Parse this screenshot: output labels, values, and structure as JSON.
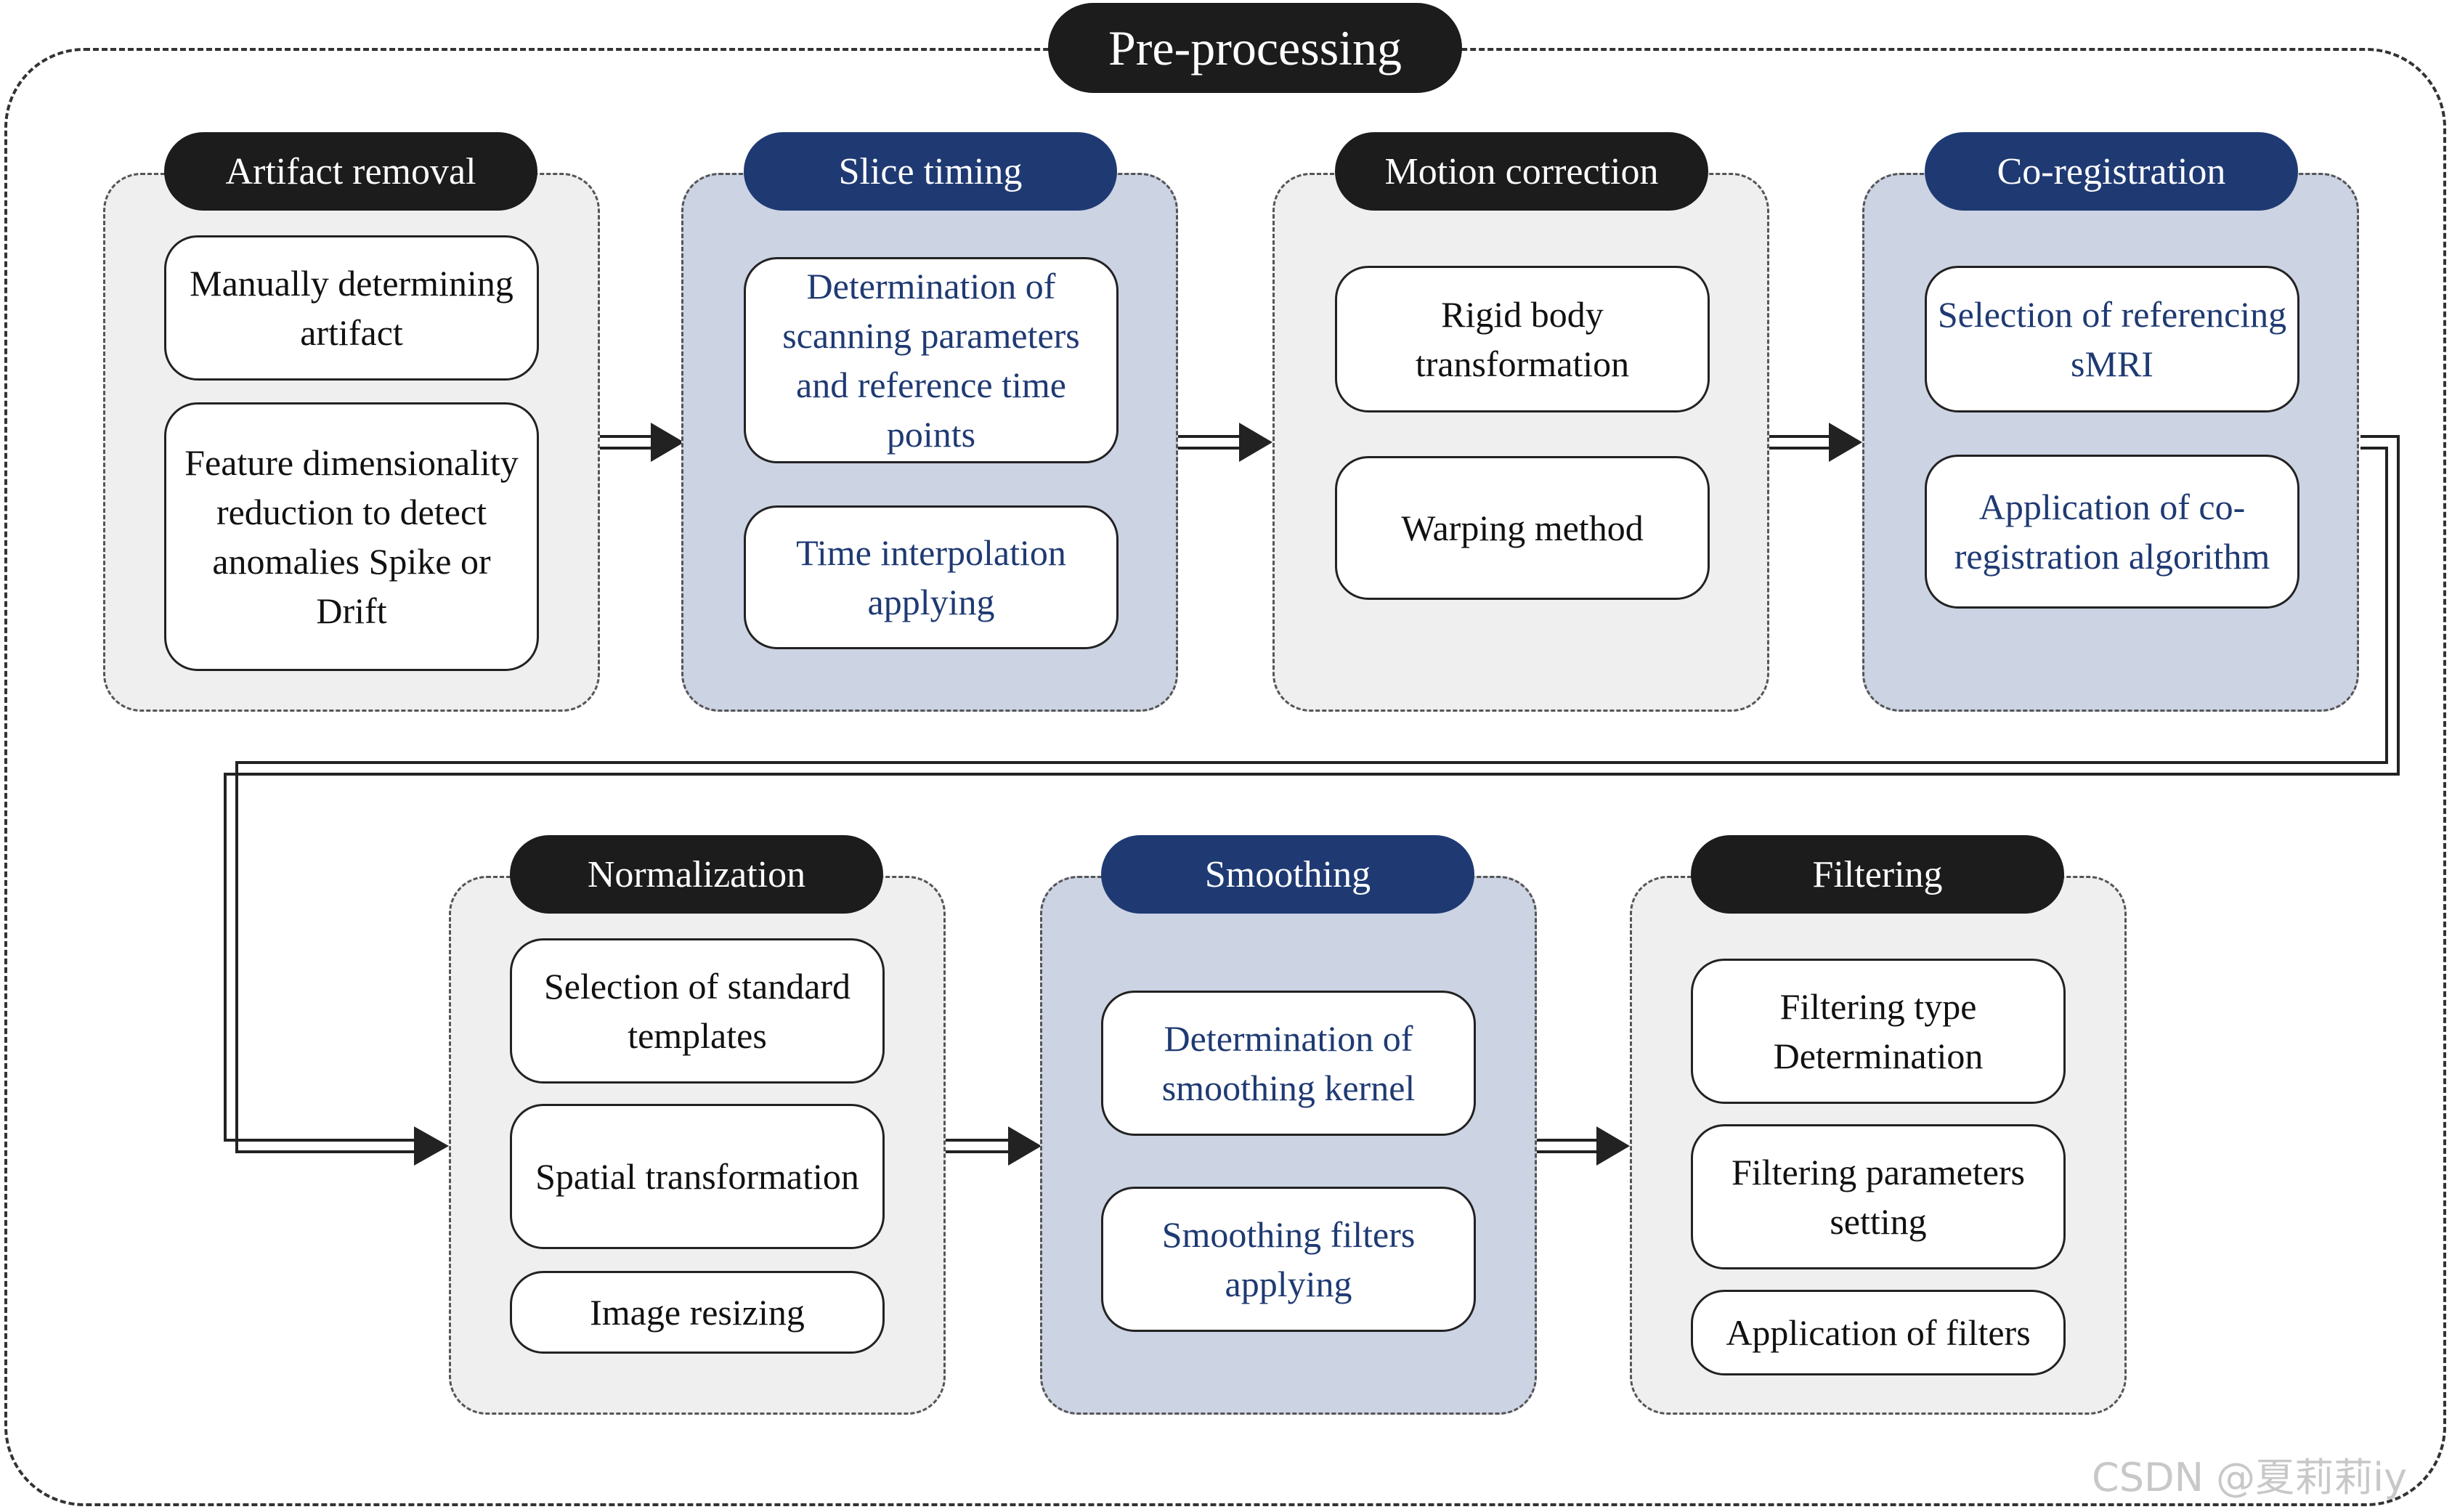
{
  "title": "Pre-processing",
  "stages": [
    {
      "title": "Artifact removal",
      "steps": [
        "Manually determining artifact",
        "Feature dimensionality reduction to detect anomalies Spike or Drift"
      ]
    },
    {
      "title": "Slice timing",
      "steps": [
        "Determination of scanning parameters and reference time points",
        "Time interpolation applying"
      ]
    },
    {
      "title": "Motion correction",
      "steps": [
        "Rigid body transformation",
        "Warping method"
      ]
    },
    {
      "title": "Co-registration",
      "steps": [
        "Selection of referencing sMRI",
        "Application of co-registration algorithm"
      ]
    },
    {
      "title": "Normalization",
      "steps": [
        "Selection of standard templates",
        "Spatial transformation",
        "Image resizing"
      ]
    },
    {
      "title": "Smoothing",
      "steps": [
        "Determination of smoothing kernel",
        "Smoothing filters applying"
      ]
    },
    {
      "title": "Filtering",
      "steps": [
        "Filtering type Determination",
        "Filtering parameters setting",
        "Application of filters"
      ]
    }
  ],
  "colors": {
    "dark_pill": "#1c1c1c",
    "navy_pill": "#1f3a73",
    "grey_panel": "#efefef",
    "blue_panel": "#ccd3e3"
  },
  "watermark": "CSDN @夏莉莉iy"
}
